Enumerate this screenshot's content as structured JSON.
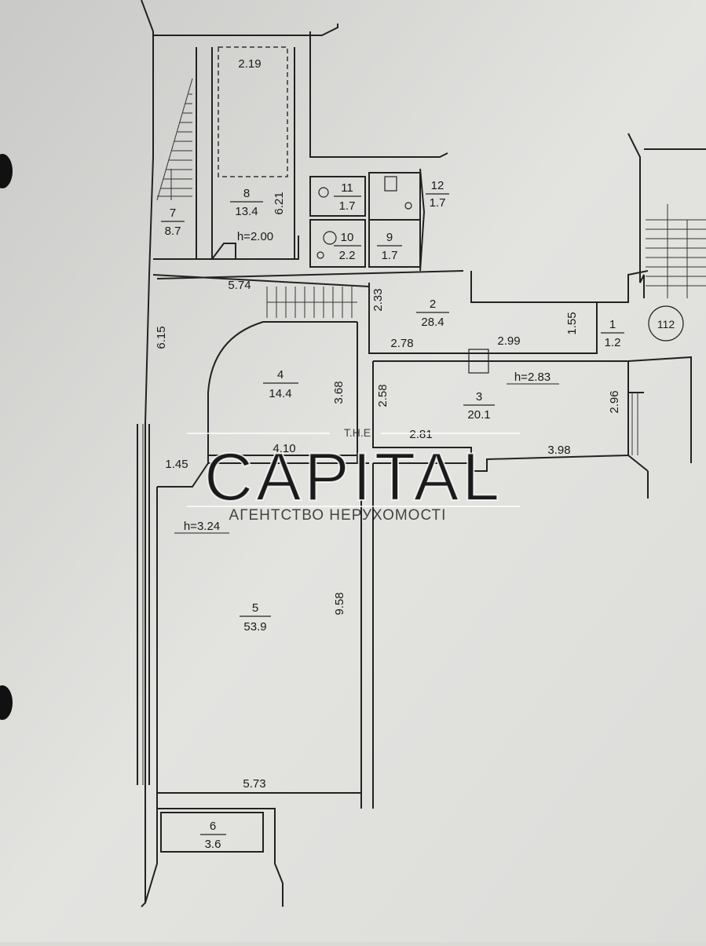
{
  "floor_plan": {
    "rooms": [
      {
        "num": "1",
        "area": "1.2"
      },
      {
        "num": "2",
        "area": "28.4"
      },
      {
        "num": "3",
        "area": "20.1"
      },
      {
        "num": "4",
        "area": "14.4"
      },
      {
        "num": "5",
        "area": "53.9"
      },
      {
        "num": "6",
        "area": "3.6"
      },
      {
        "num": "7",
        "area": "8.7"
      },
      {
        "num": "8",
        "area": "13.4"
      },
      {
        "num": "9",
        "area": "1.7"
      },
      {
        "num": "10",
        "area": "2.2"
      },
      {
        "num": "11",
        "area": "1.7"
      },
      {
        "num": "12",
        "area": "1.7"
      }
    ],
    "dimensions": {
      "d_2_19": "2.19",
      "d_6_21": "6.21",
      "d_5_74": "5.74",
      "d_6_15": "6.15",
      "d_2_33": "2.33",
      "d_1_55": "1.55",
      "d_2_78": "2.78",
      "d_2_99": "2.99",
      "d_3_68": "3.68",
      "d_2_58": "2.58",
      "d_2_96": "2.96",
      "d_2_81": "2.81",
      "d_4_10": "4.10",
      "d_3_98": "3.98",
      "d_1_45": "1.45",
      "d_9_58": "9.58",
      "d_5_73": "5.73"
    },
    "heights": {
      "h_room8": "h=2.00",
      "h_room3": "h=2.83",
      "h_room5": "h=3.24"
    },
    "stair_marker": "112"
  },
  "watermark": {
    "top": "T.H.E",
    "brand": "CAPITAL",
    "sub": "АГЕНТСТВО НЕРУХОМОСТІ"
  }
}
